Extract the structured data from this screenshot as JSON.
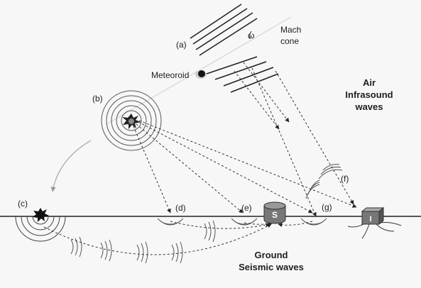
{
  "diagram": {
    "labels": {
      "a": "(a)",
      "b": "(b)",
      "c": "(c)",
      "d": "(d)",
      "e": "(e)",
      "f": "(f)",
      "g": "(g)",
      "omega": "ω",
      "meteoroid": "Meteoroid",
      "mach_line1": "Mach",
      "mach_line2": "cone",
      "air_line1": "Air",
      "air_line2": "Infrasound",
      "air_line3": "waves",
      "ground_line1": "Ground",
      "ground_line2": "Seismic waves",
      "seismic_station": "S",
      "infrasound_station": "I"
    },
    "colors": {
      "ink": "#1e1e1e",
      "ground_line": "#222222",
      "ray": "#333333",
      "background": "#f7f7f7"
    }
  }
}
